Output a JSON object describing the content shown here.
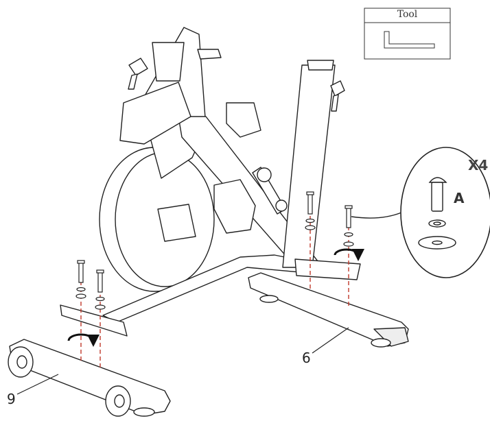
{
  "tool_box": {
    "title": "Tool",
    "icon": "allen-key-icon"
  },
  "callout": {
    "quantity": "X4",
    "part_label": "A"
  },
  "part_labels": {
    "front_stabilizer": "6",
    "rear_stabilizer": "9"
  },
  "icons": [
    "rotate-arrow-icon",
    "bolt-icon",
    "spring-washer-icon",
    "flat-washer-icon"
  ],
  "colors": {
    "line": "#222222",
    "guide": "#c0392b",
    "paper": "#ffffff"
  }
}
